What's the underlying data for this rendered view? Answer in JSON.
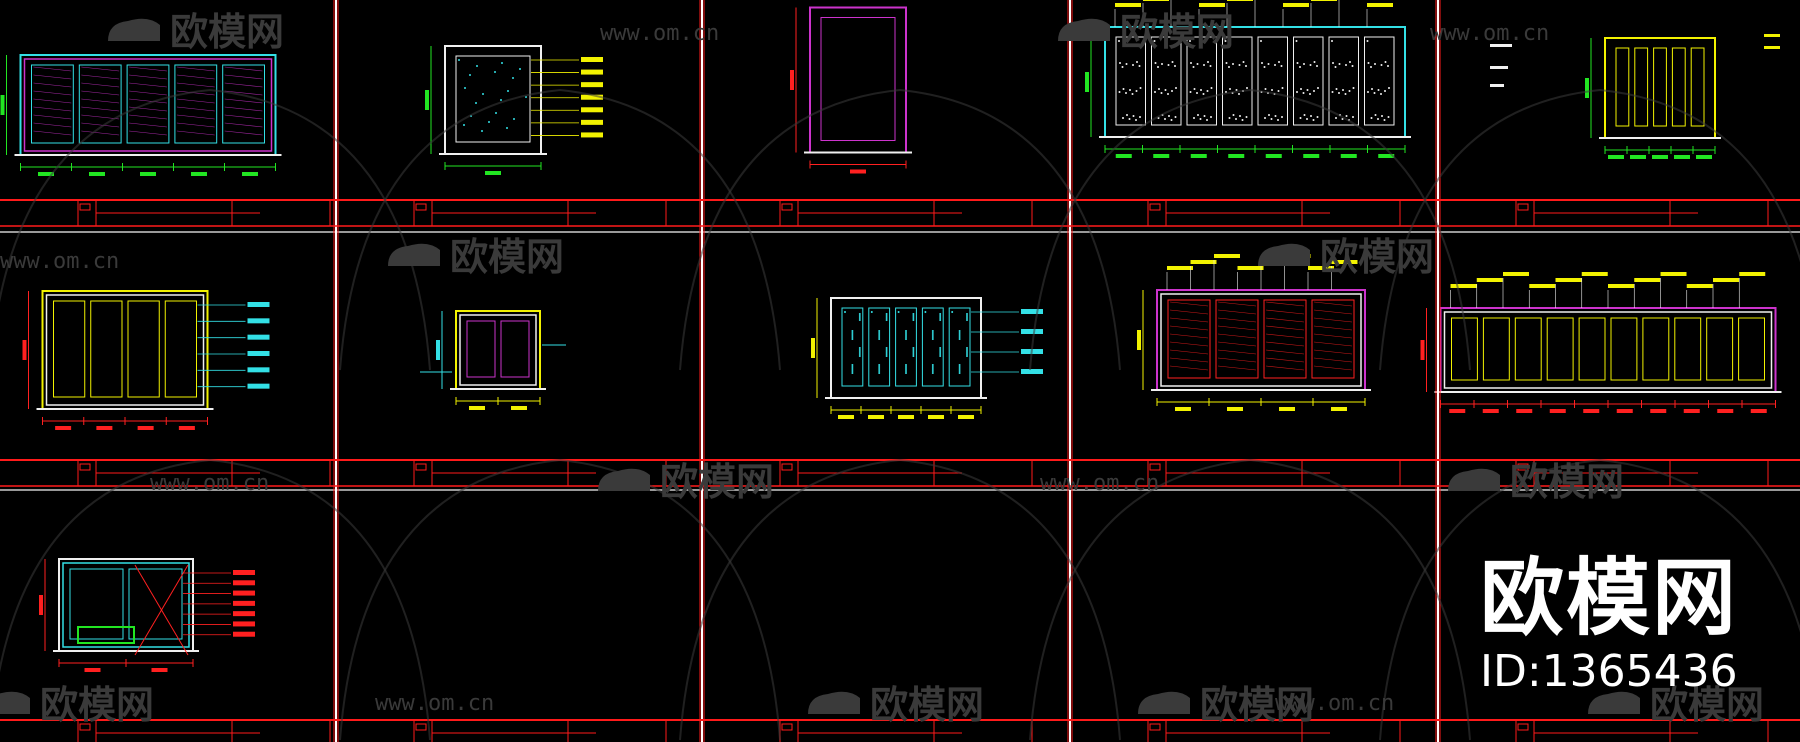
{
  "watermark": {
    "brand_cn": "欧模网",
    "url": "www.om.cn"
  },
  "brand_badge": {
    "name": "欧模网",
    "id": "ID:1365436"
  },
  "sheets": [
    {
      "name": "sheet-1",
      "style": "classic-wall"
    },
    {
      "name": "sheet-2",
      "style": "mosaic-panel"
    },
    {
      "name": "sheet-3",
      "style": "doorway"
    },
    {
      "name": "sheet-4",
      "style": "long-wall"
    },
    {
      "name": "sheet-5",
      "style": "panel-wall"
    },
    {
      "name": "sheet-6",
      "style": "bookshelf"
    },
    {
      "name": "sheet-7",
      "style": "small-arch"
    },
    {
      "name": "sheet-8",
      "style": "glass-panels"
    },
    {
      "name": "sheet-9",
      "style": "wardrobe"
    },
    {
      "name": "sheet-10",
      "style": "cabinet-wall"
    },
    {
      "name": "sheet-11",
      "style": "cabinet-door"
    },
    {
      "name": "sheet-12",
      "style": "empty"
    },
    {
      "name": "sheet-13",
      "style": "empty"
    },
    {
      "name": "sheet-14",
      "style": "empty"
    }
  ],
  "colors": {
    "frame": "#ff1a1a",
    "divider": "#ffffff",
    "cyan": "#33e0e6",
    "green": "#22e622",
    "yellow": "#f2f200",
    "magenta": "#cc33cc",
    "red": "#ff2020",
    "white": "#f0f0f0",
    "watermark": "#3a3a3a"
  }
}
